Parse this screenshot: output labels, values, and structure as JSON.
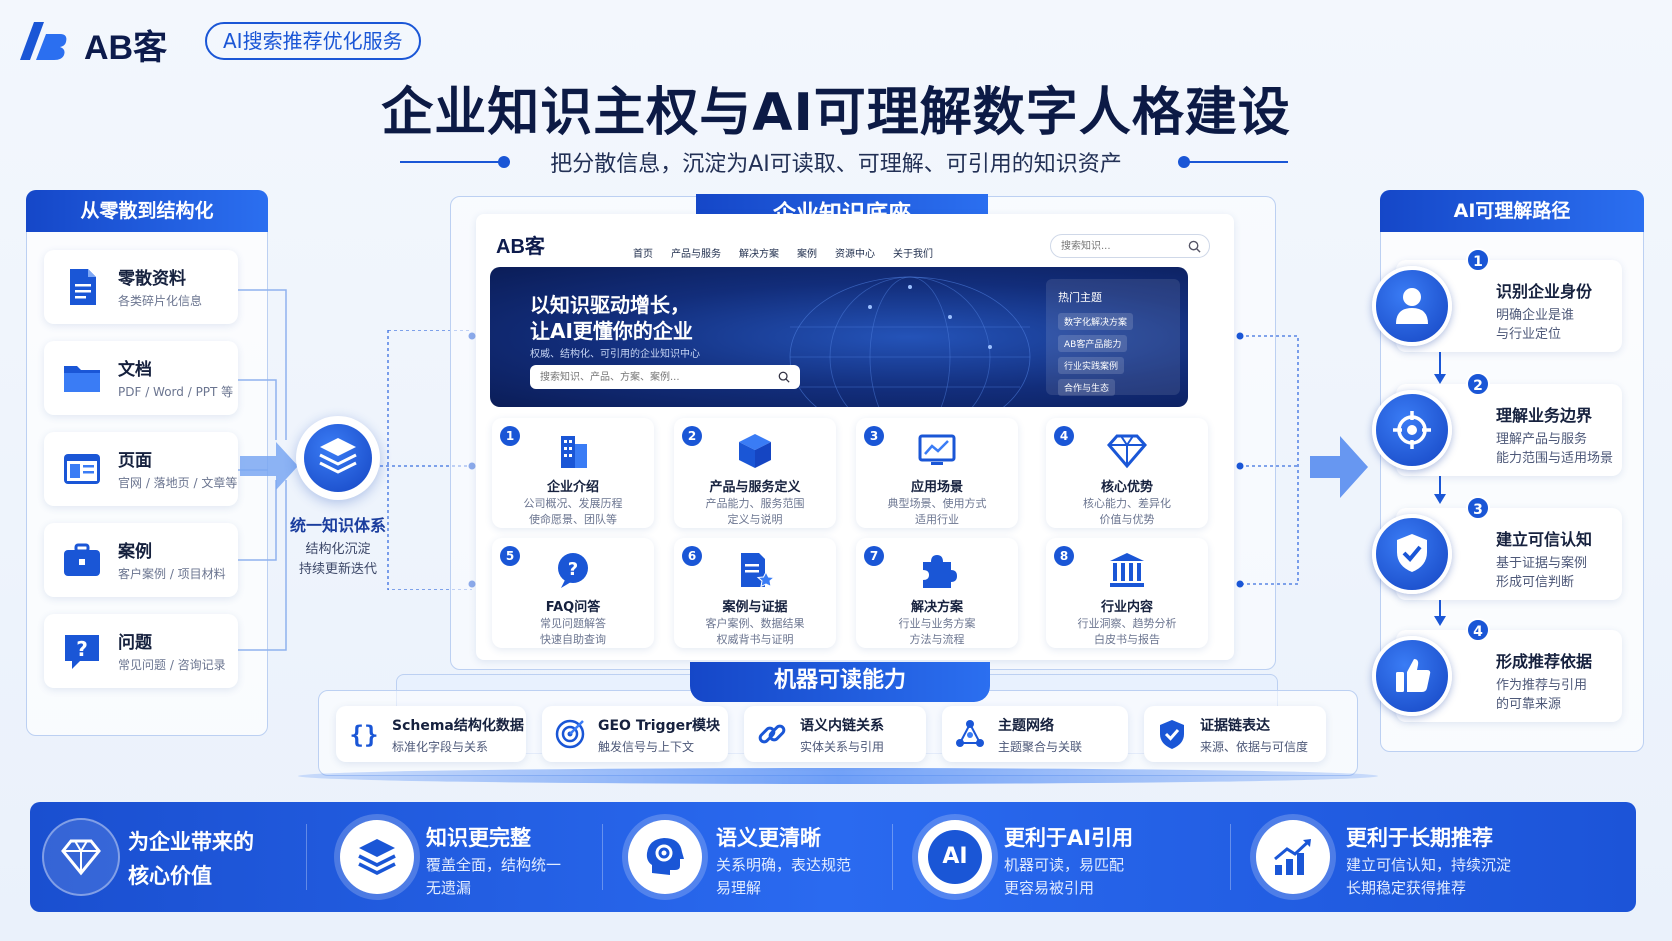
{
  "brand": {
    "logo_text": "AB客",
    "tagline": "AI搜索推荐优化服务"
  },
  "header": {
    "title": "企业知识主权与AI可理解数字人格建设",
    "subtitle": "把分散信息，沉淀为AI可读取、可理解、可引用的知识资产"
  },
  "left": {
    "heading": "从零散到结构化",
    "items": [
      {
        "title": "零散资料",
        "desc": "各类碎片化信息",
        "icon": "document-icon"
      },
      {
        "title": "文档",
        "desc": "PDF / Word / PPT 等",
        "icon": "folder-icon"
      },
      {
        "title": "页面",
        "desc": "官网 / 落地页 / 文章等",
        "icon": "webpage-icon"
      },
      {
        "title": "案例",
        "desc": "客户案例 / 项目材料",
        "icon": "briefcase-icon"
      },
      {
        "title": "问题",
        "desc": "常见问题 / 咨询记录",
        "icon": "question-icon"
      }
    ],
    "hub": {
      "title": "统一知识体系",
      "desc1": "结构化沉淀",
      "desc2": "持续更新迭代",
      "icon": "layers-icon"
    }
  },
  "center": {
    "heading": "企业知识底座",
    "site": {
      "logo": "AB客",
      "nav": [
        "首页",
        "产品与服务",
        "解决方案",
        "案例",
        "资源中心",
        "关于我们"
      ],
      "search_placeholder": "搜索知识...",
      "hero_title1": "以知识驱动增长，",
      "hero_title2": "让AI更懂你的企业",
      "hero_sub": "权威、结构化、可引用的企业知识中心",
      "hero_search": "搜索知识、产品、方案、案例...",
      "hot_heading": "热门主题",
      "hot_topics": [
        "数字化解决方案",
        "AB客产品能力",
        "行业实践案例",
        "合作与生态"
      ]
    },
    "tiles": [
      {
        "num": "1",
        "title": "企业介绍",
        "d1": "公司概况、发展历程",
        "d2": "使命愿景、团队等",
        "icon": "building-icon"
      },
      {
        "num": "2",
        "title": "产品与服务定义",
        "d1": "产品能力、服务范围",
        "d2": "定义与说明",
        "icon": "cube-icon"
      },
      {
        "num": "3",
        "title": "应用场景",
        "d1": "典型场景、使用方式",
        "d2": "适用行业",
        "icon": "monitor-chart-icon"
      },
      {
        "num": "4",
        "title": "核心优势",
        "d1": "核心能力、差异化",
        "d2": "价值与优势",
        "icon": "diamond-icon"
      },
      {
        "num": "5",
        "title": "FAQ问答",
        "d1": "常见问题解答",
        "d2": "快速自助查询",
        "icon": "question-bubble-icon"
      },
      {
        "num": "6",
        "title": "案例与证据",
        "d1": "客户案例、数据结果",
        "d2": "权威背书与证明",
        "icon": "document-star-icon"
      },
      {
        "num": "7",
        "title": "解决方案",
        "d1": "行业与业务方案",
        "d2": "方法与流程",
        "icon": "puzzle-icon"
      },
      {
        "num": "8",
        "title": "行业内容",
        "d1": "行业洞察、趋势分析",
        "d2": "白皮书与报告",
        "icon": "institution-icon"
      }
    ]
  },
  "machine": {
    "heading": "机器可读能力",
    "caps": [
      {
        "title": "Schema结构化数据",
        "desc": "标准化字段与关系",
        "icon": "braces-icon"
      },
      {
        "title": "GEO Trigger模块",
        "desc": "触发信号与上下文",
        "icon": "target-icon"
      },
      {
        "title": "语义内链关系",
        "desc": "实体关系与引用",
        "icon": "link-icon"
      },
      {
        "title": "主题网络",
        "desc": "主题聚合与关联",
        "icon": "network-icon"
      },
      {
        "title": "证据链表达",
        "desc": "来源、依据与可信度",
        "icon": "shield-check-icon"
      }
    ]
  },
  "right": {
    "heading": "AI可理解路径",
    "steps": [
      {
        "num": "1",
        "title": "识别企业身份",
        "d1": "明确企业是谁",
        "d2": "与行业定位",
        "icon": "user-icon"
      },
      {
        "num": "2",
        "title": "理解业务边界",
        "d1": "理解产品与服务",
        "d2": "能力范围与适用场景",
        "icon": "crosshair-icon"
      },
      {
        "num": "3",
        "title": "建立可信认知",
        "d1": "基于证据与案例",
        "d2": "形成可信判断",
        "icon": "shield-icon"
      },
      {
        "num": "4",
        "title": "形成推荐依据",
        "d1": "作为推荐与引用",
        "d2": "的可靠来源",
        "icon": "thumbs-up-icon"
      }
    ]
  },
  "values": {
    "lead1": "为企业带来的",
    "lead2": "核心价值",
    "items": [
      {
        "title": "知识更完整",
        "d1": "覆盖全面，结构统一",
        "d2": "无遗漏",
        "icon": "layers-icon"
      },
      {
        "title": "语义更清晰",
        "d1": "关系明确，表达规范",
        "d2": "易理解",
        "icon": "brain-gear-icon"
      },
      {
        "title": "更利于AI引用",
        "d1": "机器可读，易匹配",
        "d2": "更容易被引用",
        "icon": "ai-icon",
        "badge": "AI"
      },
      {
        "title": "更利于长期推荐",
        "d1": "建立可信认知，持续沉淀",
        "d2": "长期稳定获得推荐",
        "icon": "growth-chart-icon"
      }
    ]
  },
  "colors": {
    "primary": "#1a56d6",
    "navy": "#0c1a45",
    "hero": "#122d7a"
  }
}
